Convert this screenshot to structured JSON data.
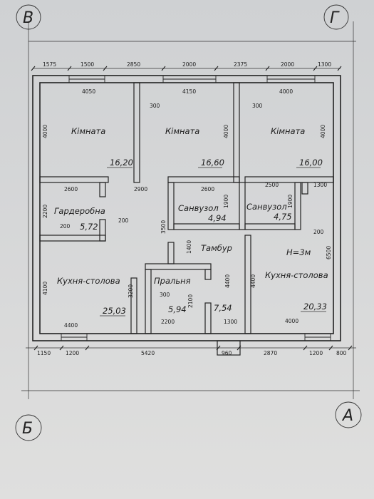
{
  "axes": {
    "top_left": "В",
    "top_right": "Г",
    "bottom_left": "Б",
    "bottom_right": "А"
  },
  "rooms": [
    {
      "name": "Кімната",
      "area": "16,20"
    },
    {
      "name": "Кімната",
      "area": "16,60"
    },
    {
      "name": "Кімната",
      "area": "16,00"
    },
    {
      "name": "Гардеробна",
      "area": "5,72"
    },
    {
      "name": "Санвузол",
      "area": "4,94"
    },
    {
      "name": "Санвузол",
      "area": "4,75"
    },
    {
      "name": "Тамбур",
      "area": "7,54"
    },
    {
      "name": "Пральня",
      "area": "5,94"
    },
    {
      "name": "Кухня-столова",
      "area": "25,03"
    },
    {
      "name": "Кухня-столова",
      "area": "20,33"
    }
  ],
  "height_note": "Н=3м",
  "dims_top": [
    "1575",
    "1500",
    "2850",
    "2000",
    "2375",
    "2000",
    "1300"
  ],
  "dims_bottom": [
    "1150",
    "1200",
    "5420",
    "960",
    "2870",
    "1200",
    "800"
  ],
  "dims_inner": {
    "d4050": "4050",
    "d4150": "4150",
    "d4000a": "4000",
    "d300a": "300",
    "d300b": "300",
    "d4000l": "4000",
    "d4000m": "4000",
    "d4000r": "4000",
    "d2600a": "2600",
    "d2900": "2900",
    "d2600b": "2600",
    "d2500": "2500",
    "d1300a": "1300",
    "d2200l": "2200",
    "d1900a": "1900",
    "d1900b": "1900",
    "d200a": "200",
    "d200b": "200",
    "d200c": "200",
    "d3500": "3500",
    "d1400": "1400",
    "d6500": "6500",
    "d4100": "4100",
    "d3200": "3200",
    "d2100": "2100",
    "d300c": "300",
    "d4400a": "4400",
    "d4400b": "4400",
    "d4400c": "4400",
    "d2200b": "2200",
    "d1300b": "1300",
    "d4000c": "4000"
  }
}
